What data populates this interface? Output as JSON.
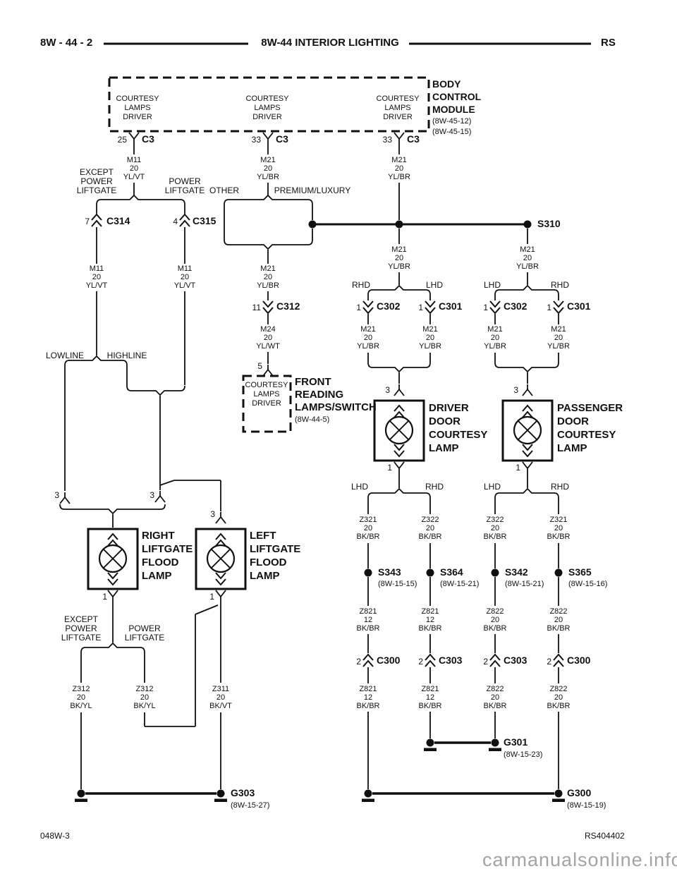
{
  "header": {
    "code": "8W - 44 - 2",
    "title": "8W-44 INTERIOR LIGHTING",
    "model": "RS"
  },
  "footer": {
    "doc": "048W-3",
    "ref": "RS404402",
    "watermark": "carmanualsonline.info"
  },
  "bcm": {
    "l1": "BODY",
    "l2": "CONTROL",
    "l3": "MODULE",
    "ref1": "(8W-45-12)",
    "ref2": "(8W-45-15)"
  },
  "courtesy": {
    "l1": "COURTESY",
    "l2": "LAMPS",
    "l3": "DRIVER"
  },
  "pins": {
    "c3a_no": "25",
    "c3b_no": "33",
    "c3c_no": "33",
    "c3": "C3",
    "c314_no": "7",
    "c314": "C314",
    "c315_no": "4",
    "c315": "C315",
    "c312_no": "11",
    "c312": "C312",
    "one": "1",
    "two": "2",
    "three": "3",
    "five": "5",
    "c301": "C301",
    "c302": "C302",
    "c300": "C300",
    "c303": "C303"
  },
  "splices": {
    "s310": "S310",
    "s343": "S343",
    "s343_ref": "(8W-15-15)",
    "s364": "S364",
    "s364_ref": "(8W-15-21)",
    "s342": "S342",
    "s342_ref": "(8W-15-21)",
    "s365": "S365",
    "s365_ref": "(8W-15-16)"
  },
  "grounds": {
    "g301": "G301",
    "g301_ref": "(8W-15-23)",
    "g300": "G300",
    "g300_ref": "(8W-15-19)",
    "g303": "G303",
    "g303_ref": "(8W-15-27)"
  },
  "wires": {
    "m11": {
      "code": "M11",
      "ga": "20",
      "col": "YL/VT"
    },
    "m21": {
      "code": "M21",
      "ga": "20",
      "col": "YL/BR"
    },
    "m24": {
      "code": "M24",
      "ga": "20",
      "col": "YL/WT"
    },
    "z321": {
      "code": "Z321",
      "ga": "20",
      "col": "BK/BR"
    },
    "z322": {
      "code": "Z322",
      "ga": "20",
      "col": "BK/BR"
    },
    "z821": {
      "code": "Z821",
      "ga": "12",
      "col": "BK/BR"
    },
    "z822": {
      "code": "Z822",
      "ga": "20",
      "col": "BK/BR"
    },
    "z312": {
      "code": "Z312",
      "ga": "20",
      "col": "BK/YL"
    },
    "z311": {
      "code": "Z311",
      "ga": "20",
      "col": "BK/VT"
    }
  },
  "branches": {
    "except_pl": [
      "EXCEPT",
      "POWER",
      "LIFTGATE"
    ],
    "power_pl": [
      "POWER",
      "LIFTGATE"
    ],
    "other": "OTHER",
    "premium": "PREMIUM/LUXURY",
    "rhd": "RHD",
    "lhd": "LHD",
    "lowline": "LOWLINE",
    "highline": "HIGHLINE"
  },
  "components": {
    "front_reading": {
      "label": [
        "FRONT",
        "READING",
        "LAMPS/SWITCH"
      ],
      "ref": "(8W-44-5)"
    },
    "driver_lamp": [
      "DRIVER",
      "DOOR",
      "COURTESY",
      "LAMP"
    ],
    "passenger_lamp": [
      "PASSENGER",
      "DOOR",
      "COURTESY",
      "LAMP"
    ],
    "right_flood": [
      "RIGHT",
      "LIFTGATE",
      "FLOOD",
      "LAMP"
    ],
    "left_flood": [
      "LEFT",
      "LIFTGATE",
      "FLOOD",
      "LAMP"
    ]
  }
}
